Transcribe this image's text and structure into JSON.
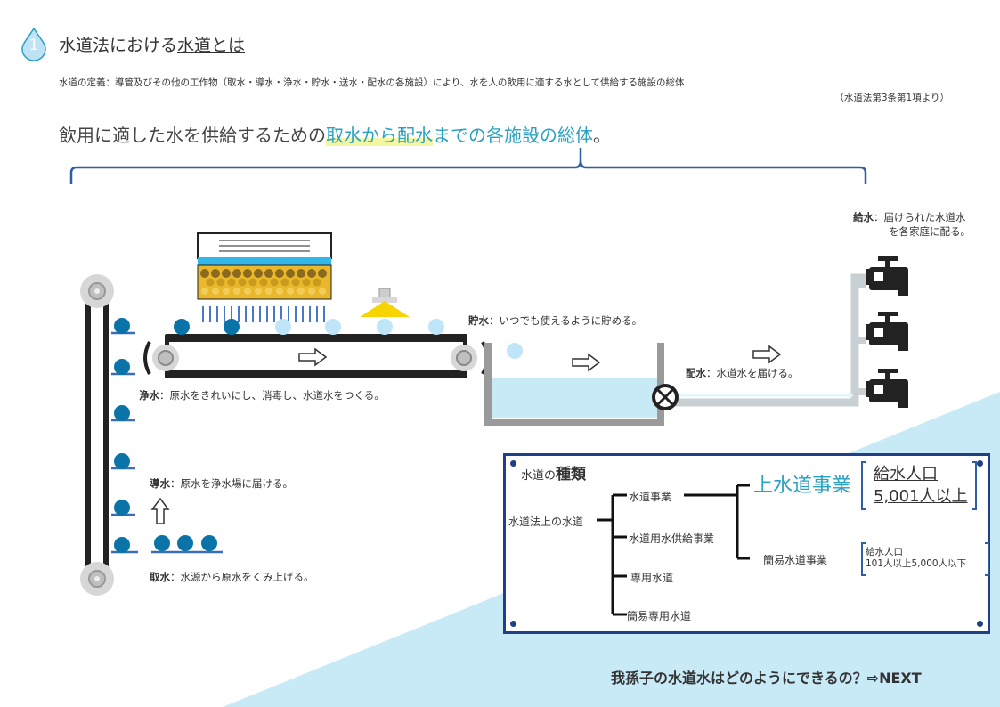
{
  "heading": {
    "number": "1",
    "text_plain": "水道法における",
    "text_underlined": "水道とは"
  },
  "definition": {
    "text": "水道の定義：導管及びその他の工作物（取水・導水・浄水・貯水・送水・配水の各施設）により、水を人の飲用に適する水として供給する施設の総体",
    "source": "（水道法第3条第1項より）"
  },
  "tagline": {
    "part1": "飲用に適した水を供給するための",
    "part2": "取水",
    "part3": "から",
    "part4": "配水",
    "part5": "までの各施設の総体",
    "part6": "。"
  },
  "stages": {
    "shusui": {
      "term": "取水",
      "desc": "：水源から原水をくみ上げる。"
    },
    "dousui": {
      "term": "導水",
      "desc": "：原水を浄水場に届ける。"
    },
    "jousui": {
      "term": "浄水",
      "desc": "：原水をきれいにし、消毒し、水道水をつくる。"
    },
    "chosui": {
      "term": "貯水",
      "desc": "：いつでも使えるように貯める。"
    },
    "haisui": {
      "term": "配水",
      "desc": "：水道水を届ける。"
    },
    "kyusui": {
      "term": "給水",
      "desc_line1": "：届けられた水道水",
      "desc_line2": "を各家庭に配る。"
    }
  },
  "types": {
    "title_prefix": "水道の",
    "title_bold": "種類",
    "root": "水道法上の水道",
    "branches": [
      "水道事業",
      "水道用水供給事業",
      "専用水道",
      "簡易専用水道"
    ],
    "main_category": "上水道事業",
    "main_population": {
      "line1": "給水人口",
      "line2": "5,001人以上"
    },
    "sub_category": "簡易水道事業",
    "sub_population": {
      "line1": "給水人口",
      "line2": "101人以上5,000人以下"
    }
  },
  "next_link": "我孫子の水道水はどのようにできるの？⇨NEXT",
  "colors": {
    "accent": "#2aa0c2",
    "navy": "#1f3f86",
    "water_light": "#c8e9f6",
    "drop_dark": "#0a74a8"
  }
}
